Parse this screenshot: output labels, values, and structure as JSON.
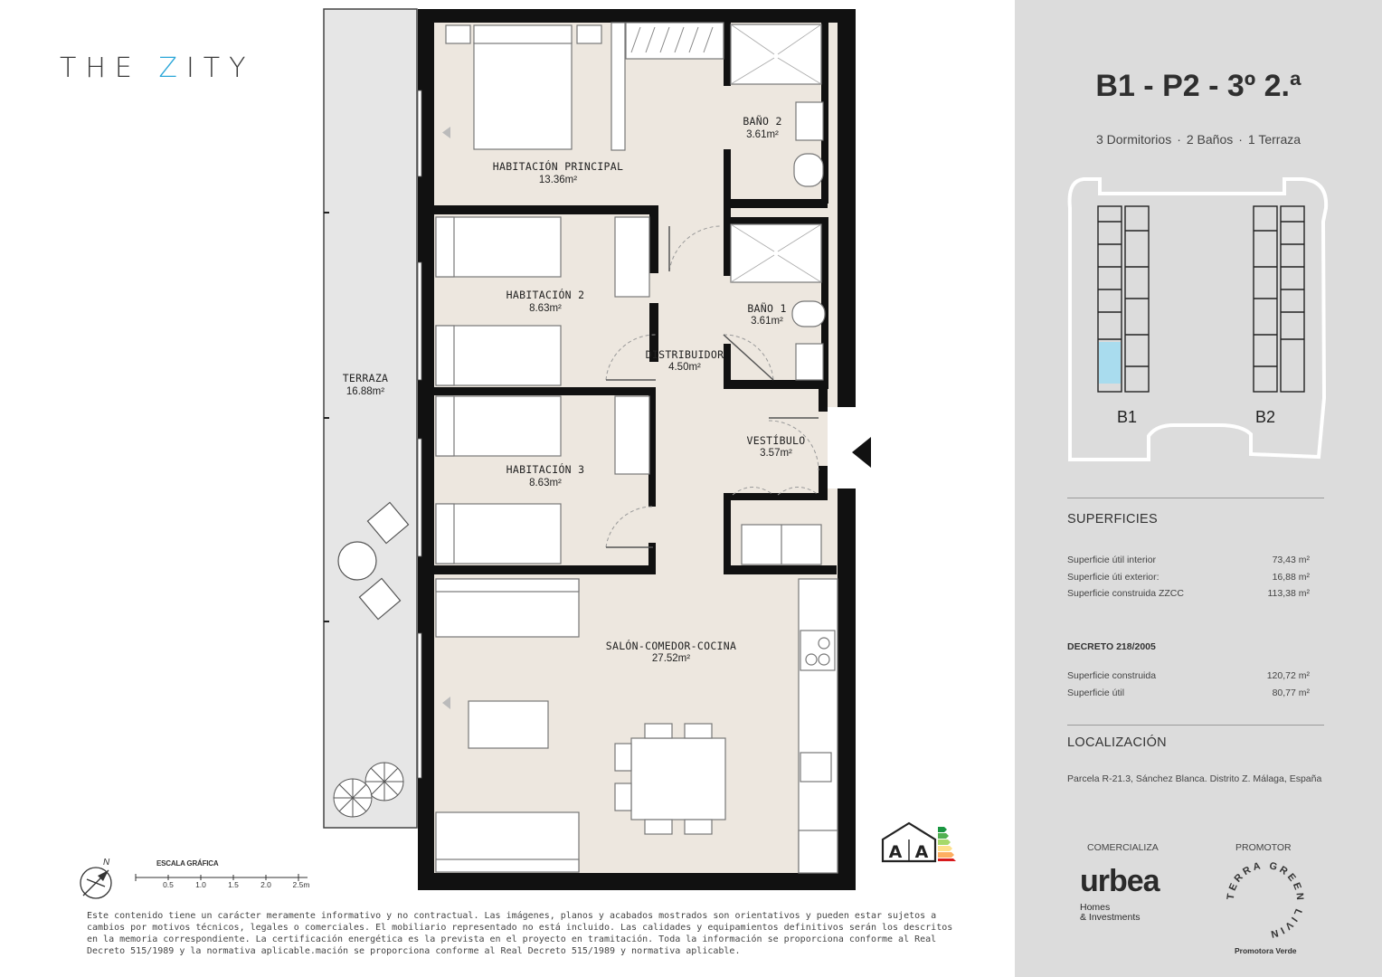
{
  "brand": {
    "logo_pre": "THE ",
    "logo_z": "Z",
    "logo_post": "ITY"
  },
  "unit": {
    "title": "B1 - P2 - 3º 2.ª",
    "features": [
      "3 Dormitorios",
      "2 Baños",
      "1 Terraza"
    ]
  },
  "plan": {
    "rooms": [
      {
        "name": "HABITACIÓN PRINCIPAL",
        "area": "13.36m²"
      },
      {
        "name": "BAÑO 2",
        "area": "3.61m²"
      },
      {
        "name": "HABITACIÓN 2",
        "area": "8.63m²"
      },
      {
        "name": "BAÑO 1",
        "area": "3.61m²"
      },
      {
        "name": "DISTRIBUIDOR",
        "area": "4.50m²"
      },
      {
        "name": "TERRAZA",
        "area": "16.88m²"
      },
      {
        "name": "VESTÍBULO",
        "area": "3.57m²"
      },
      {
        "name": "HABITACIÓN 3",
        "area": "8.63m²"
      },
      {
        "name": "SALÓN-COMEDOR-COCINA",
        "area": "27.52m²"
      }
    ],
    "scale": {
      "title": "ESCALA GRÁFICA",
      "ticks": [
        "0.5",
        "1.0",
        "1.5",
        "2.0",
        "2.5m"
      ]
    },
    "north_label": "N",
    "energy_rating": {
      "left": "A",
      "right": "A"
    }
  },
  "location_map": {
    "blocks": [
      "B1",
      "B2"
    ],
    "highlight_color": "#a9dcee"
  },
  "superficies": {
    "title": "SUPERFICIES",
    "rows": [
      {
        "label": "Superficie útil interior",
        "value": "73,43 m²"
      },
      {
        "label": "Superficie úti exterior:",
        "value": "16,88 m²"
      },
      {
        "label": "Superficie construida ZZCC",
        "value": "113,38 m²"
      }
    ]
  },
  "decreto": {
    "title": "DECRETO 218/2005",
    "rows": [
      {
        "label": "Superficie construida",
        "value": "120,72 m²"
      },
      {
        "label": "Superficie útil",
        "value": "80,77 m²"
      }
    ]
  },
  "localizacion": {
    "title": "LOCALIZACIÓN",
    "text": "Parcela R-21.3, Sánchez Blanca. Distrito Z. Málaga, España"
  },
  "comercializa": {
    "label": "COMERCIALIZA",
    "logo": "urbea",
    "sub1": "Homes",
    "sub2": "& Investments"
  },
  "promotor": {
    "label": "PROMOTOR",
    "logo_text": "TERRA GREEN LIVING",
    "sub": "Promotora Verde"
  },
  "footer": "Este contenido tiene un carácter meramente informativo y no contractual. Las imágenes, planos y acabados mostrados son orientativos y pueden estar sujetos a cambios por motivos técnicos, legales o comerciales. El mobiliario representado no está incluido. Las calidades y equipamientos definitivos serán los descritos en la memoria correspondiente. La certificación energética es la prevista en el proyecto en tramitación. Toda la información se proporciona conforme al Real Decreto 515/1989 y la normativa aplicable.mación se proporciona conforme al Real Decreto 515/1989 y normativa aplicable.",
  "colors": {
    "floor": "#ede7df",
    "wall": "#111111",
    "panel": "#dcdcdc",
    "accent": "#2aa6d8"
  }
}
